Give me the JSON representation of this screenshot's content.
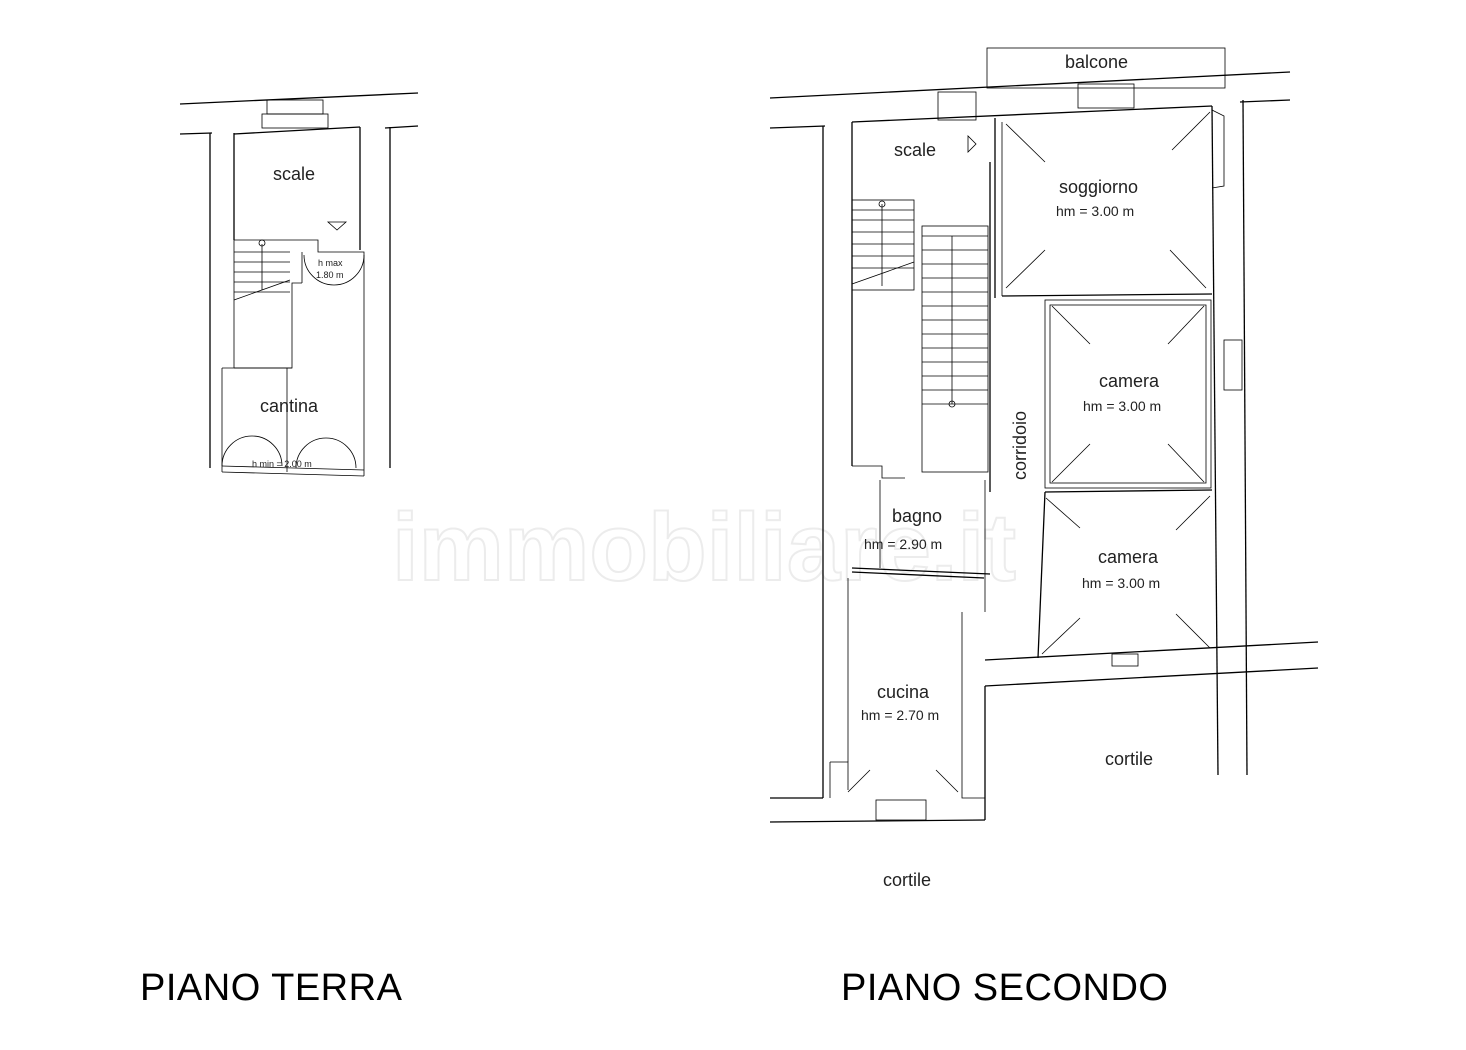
{
  "watermark": "immobiliare.it",
  "piano_terra": {
    "title": "PIANO TERRA",
    "rooms": {
      "scale": "scale",
      "cantina": "cantina"
    },
    "annotations": {
      "hmax_line1": "h max",
      "hmax_line2": "1.80 m",
      "hmin": "h min = 2.00 m"
    }
  },
  "piano_secondo": {
    "title": "PIANO SECONDO",
    "rooms": {
      "balcone": "balcone",
      "scale": "scale",
      "soggiorno": {
        "name": "soggiorno",
        "hm": "hm = 3.00 m"
      },
      "camera1": {
        "name": "camera",
        "hm": "hm = 3.00 m"
      },
      "camera2": {
        "name": "camera",
        "hm": "hm = 3.00 m"
      },
      "corridoio": "corridoio",
      "bagno": {
        "name": "bagno",
        "hm": "hm = 2.90 m"
      },
      "cucina": {
        "name": "cucina",
        "hm": "hm = 2.70 m"
      },
      "cortile_right": "cortile",
      "cortile_bottom": "cortile"
    }
  }
}
